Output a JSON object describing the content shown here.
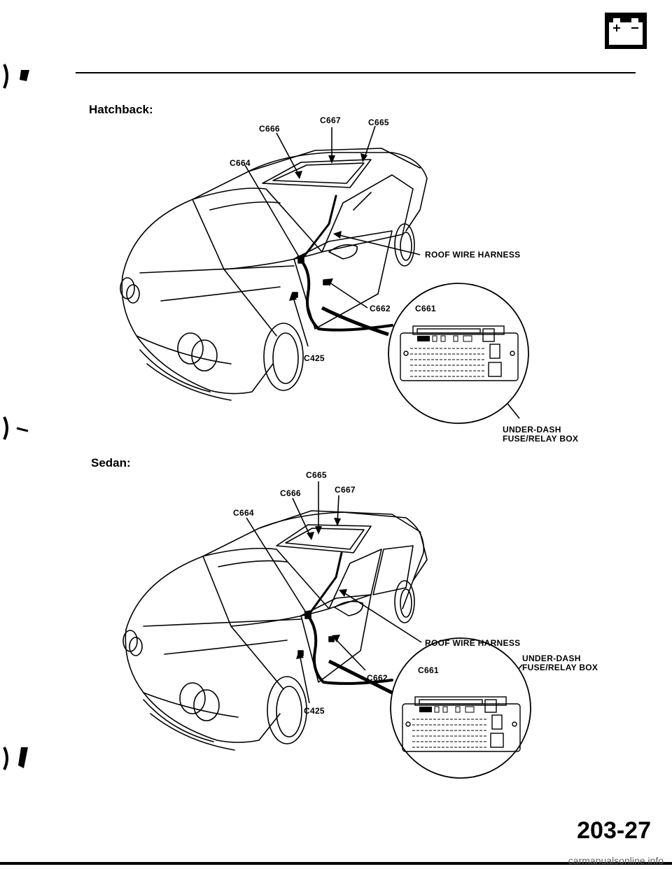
{
  "header": {
    "icon": "battery-icon"
  },
  "hatchback": {
    "title": "Hatchback:",
    "labels": {
      "c667": "C667",
      "c666": "C666",
      "c665": "C665",
      "c664": "C664",
      "roof": "ROOF WIRE HARNESS",
      "c662": "C662",
      "c661": "C661",
      "c425": "C425",
      "fuse_line1": "UNDER-DASH",
      "fuse_line2": "FUSE/RELAY BOX"
    }
  },
  "sedan": {
    "title": "Sedan:",
    "labels": {
      "c665": "C665",
      "c666": "C666",
      "c667": "C667",
      "c664": "C664",
      "roof": "ROOF WIRE HARNESS",
      "fuse_line1": "UNDER-DASH",
      "fuse_line2": "FUSE/RELAY BOX",
      "c661": "C661",
      "c662": "C662",
      "c425": "C425"
    }
  },
  "footer": {
    "page_number": "203-27",
    "watermark": "carmanualsonline.info"
  }
}
